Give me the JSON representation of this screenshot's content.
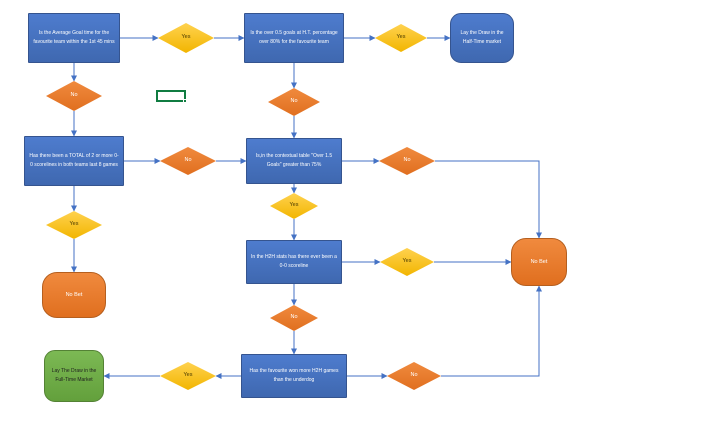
{
  "title": "Lay the Draw betting decision flowchart",
  "colors": {
    "box_blue": "#4472C4",
    "diamond_yellow": "#FFC000",
    "diamond_orange": "#ED7D31",
    "terminator_green": "#70AD47",
    "terminator_blue": "#4472C4",
    "connector_blue": "#4472C4",
    "cell_cursor_green": "#107C41"
  },
  "nodes": {
    "q_avg_goal": {
      "label": "Is the Average Goal time for the favourite team within the 1st 45 mins"
    },
    "d_yes1": {
      "label": "Yes"
    },
    "q_ht_percentage": {
      "label": "Is the over 0.5 goals at H.T. percentage over 80% for the favourite team"
    },
    "d_yes2": {
      "label": "Yes"
    },
    "t_lay_ht": {
      "label": "Lay the Draw in the Half-Time market"
    },
    "d_no1": {
      "label": "No"
    },
    "d_no2": {
      "label": "No"
    },
    "q_total_00": {
      "label": "Has there been a TOTAL of 2 or more 0-0 scorelines in both teams last 8 games"
    },
    "d_no3": {
      "label": "No"
    },
    "q_contextual": {
      "label": "Is,in the contextual table \"Over 1.5 Goals\" greater than 75%"
    },
    "d_no4": {
      "label": "No"
    },
    "d_yes3": {
      "label": "Yes"
    },
    "s_no_bet_left": {
      "label": "No Bet"
    },
    "d_yes4": {
      "label": "Yes"
    },
    "q_h2h": {
      "label": "In the H2H stats has there ever been a 0-0 scoreline"
    },
    "d_yes5": {
      "label": "Yes"
    },
    "s_no_bet_right": {
      "label": "No Bet"
    },
    "d_no5": {
      "label": "No"
    },
    "q_fav_won": {
      "label": "Has the favourite won more H2H games than the underdog"
    },
    "d_no6": {
      "label": "No"
    },
    "d_yes6": {
      "label": "Yes"
    },
    "t_lay_ft": {
      "label": "Lay The Draw in the Full-Time Market"
    }
  }
}
